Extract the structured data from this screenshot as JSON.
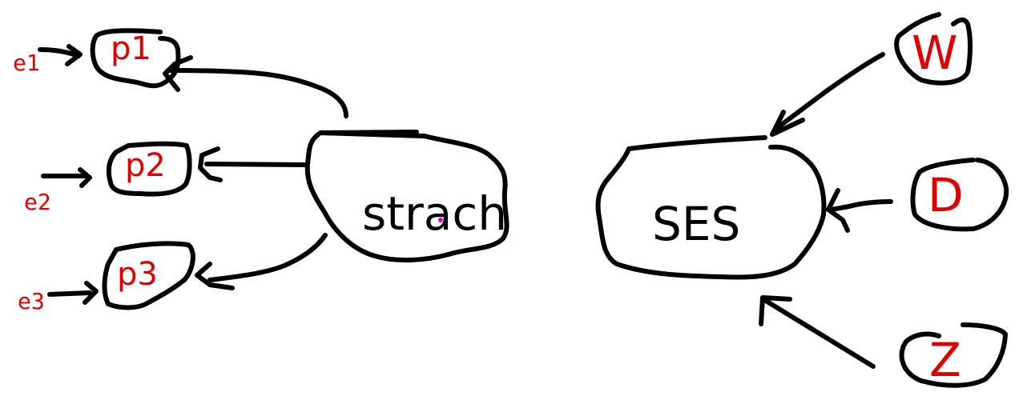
{
  "colors": {
    "ink": "#000000",
    "label_red": "#e00000",
    "dot": "#e000c0"
  },
  "nodes": {
    "strach": "strach",
    "ses": "SES",
    "p1": "p1",
    "p2": "p2",
    "p3": "p3",
    "w": "W",
    "d": "D",
    "z": "Z"
  },
  "inputs": {
    "e1": "e1",
    "e2": "e2",
    "e3": "e3"
  }
}
